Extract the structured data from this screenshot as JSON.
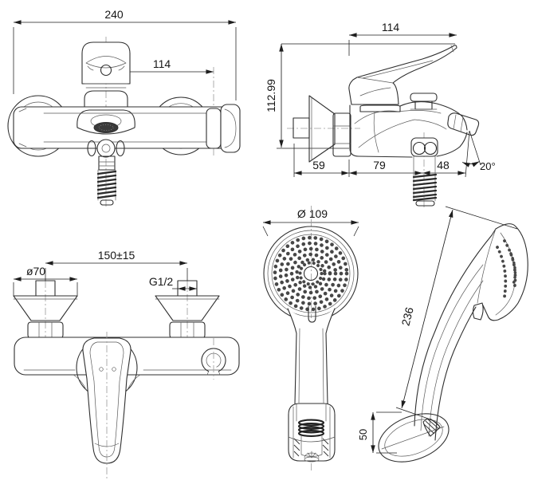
{
  "drawing": {
    "background": "#ffffff",
    "line_color": "#2f2f2f",
    "views": {
      "front": {
        "dim_overall_width": "240",
        "dim_handle_to_holder": "114"
      },
      "side": {
        "dim_handle_reach": "114",
        "dim_height": "112.99",
        "dim_wall_offset": "59",
        "dim_body_length": "79",
        "dim_spout_overhang": "48",
        "dim_spout_angle": "20°"
      },
      "top": {
        "dim_connection_centers": "150±15",
        "dim_escutcheon_diameter": "ø70",
        "dim_thread": "G1/2"
      },
      "handshower_front": {
        "dim_head_diameter": "Ø 109"
      },
      "handshower_side": {
        "dim_length": "236",
        "dim_base_height": "50"
      }
    }
  }
}
